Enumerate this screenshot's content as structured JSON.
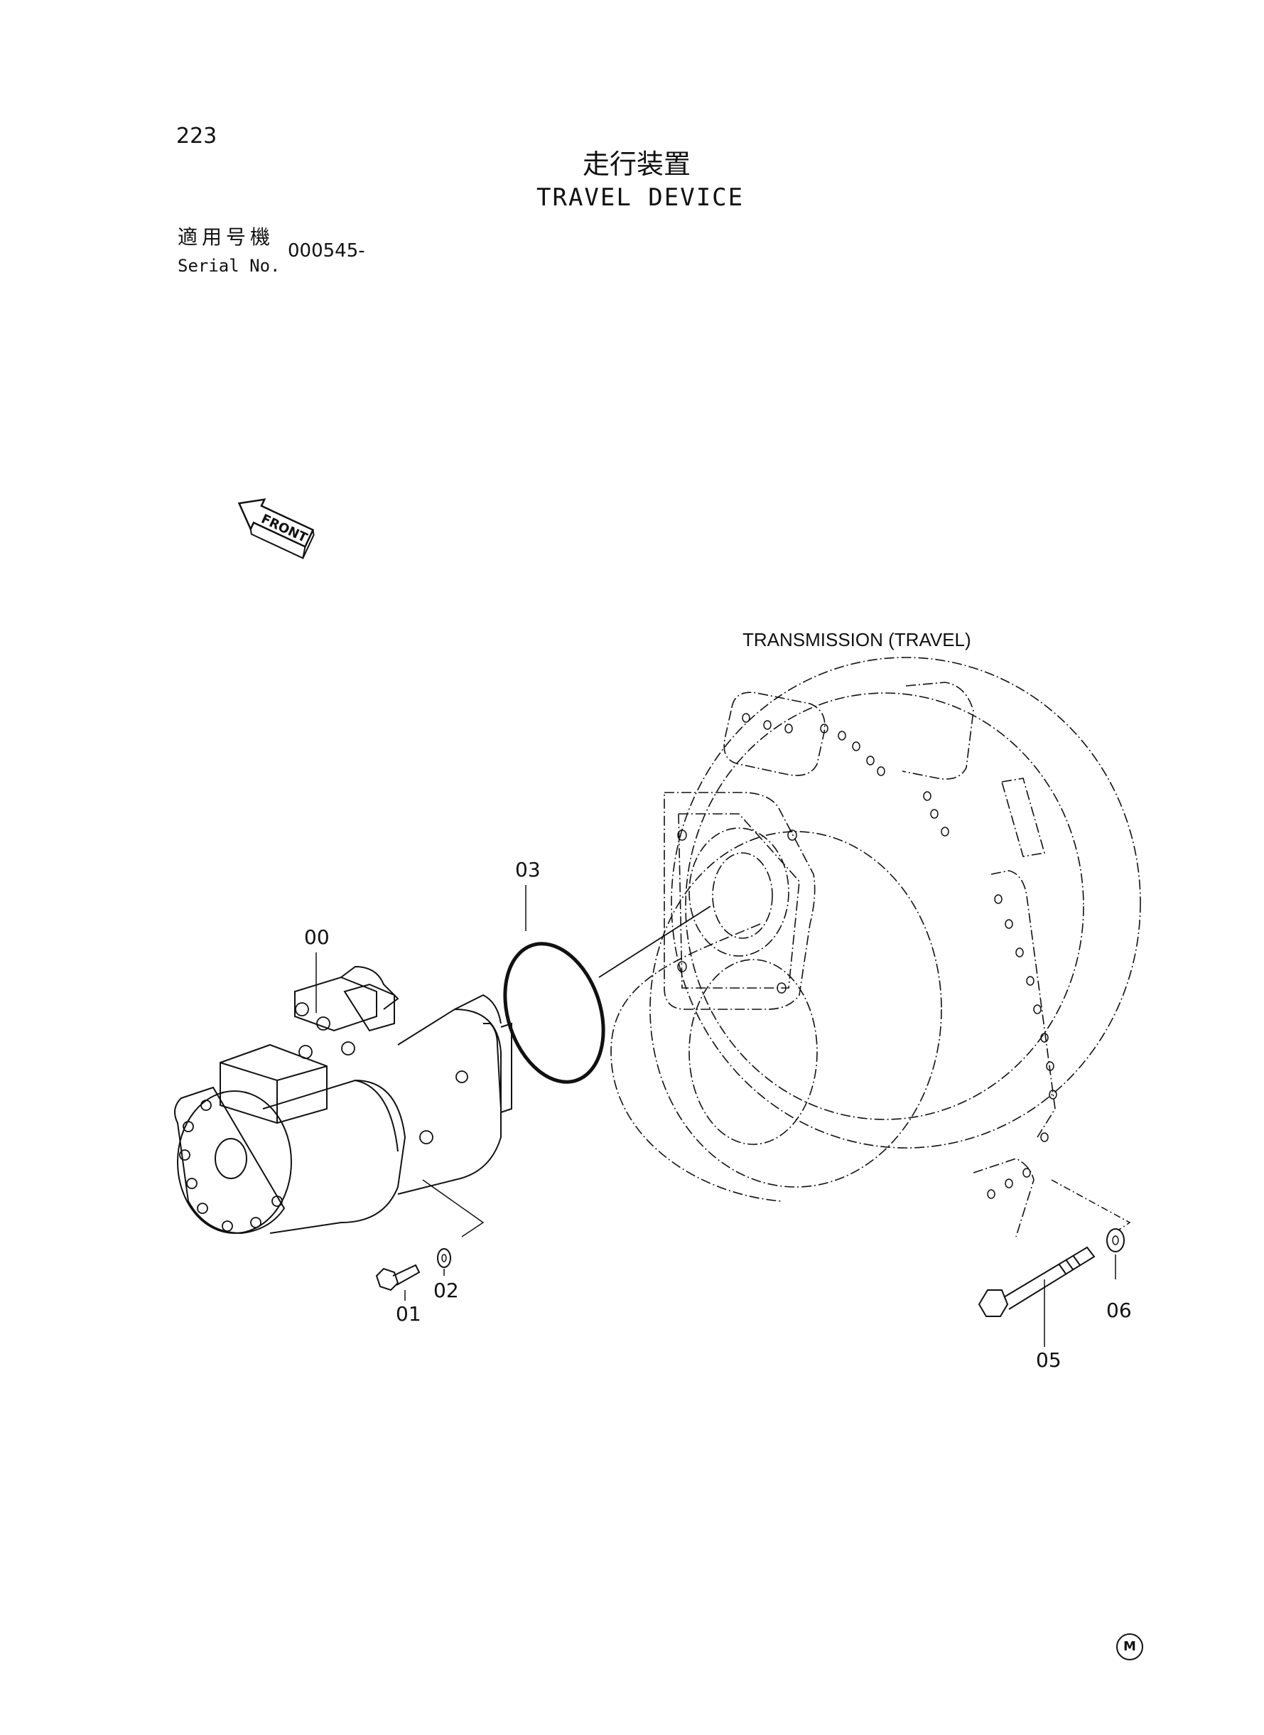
{
  "header": {
    "page_number": "223",
    "title_jp": "走行装置",
    "title_en": "TRAVEL DEVICE",
    "serial_label_jp": "適用号機",
    "serial_label_en": "Serial No.",
    "serial_value": "000545-"
  },
  "front_indicator": "FRONT",
  "assembly_label": "TRANSMISSION (TRAVEL)",
  "parts": [
    "00",
    "01",
    "02",
    "03",
    "05",
    "06"
  ],
  "footer_mark": "M"
}
